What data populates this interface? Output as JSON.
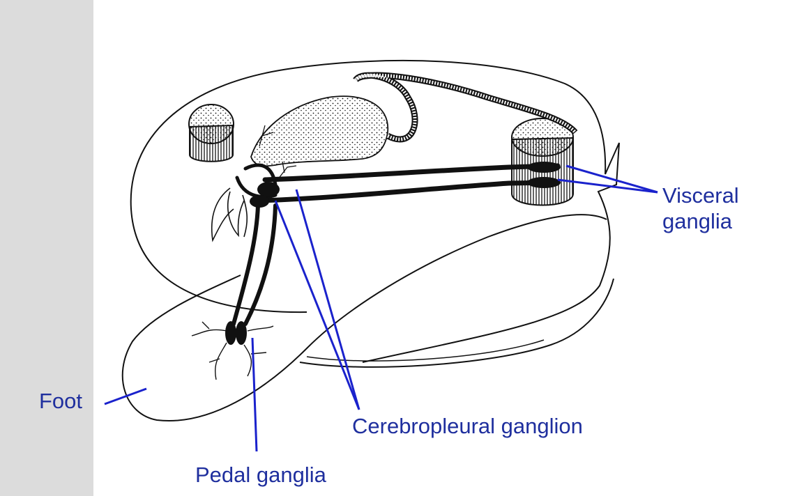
{
  "labels": {
    "foot": "Foot",
    "visceral_line1": "Visceral",
    "visceral_line2": "ganglia",
    "cerebropleural": "Cerebropleural ganglion",
    "pedal": "Pedal ganglia"
  },
  "colors": {
    "label_text": "#1f2f9e",
    "pointer_line": "#1a22cc",
    "drawing_ink": "#111111",
    "sidebar": "#dcdcdc",
    "background": "#ffffff"
  }
}
